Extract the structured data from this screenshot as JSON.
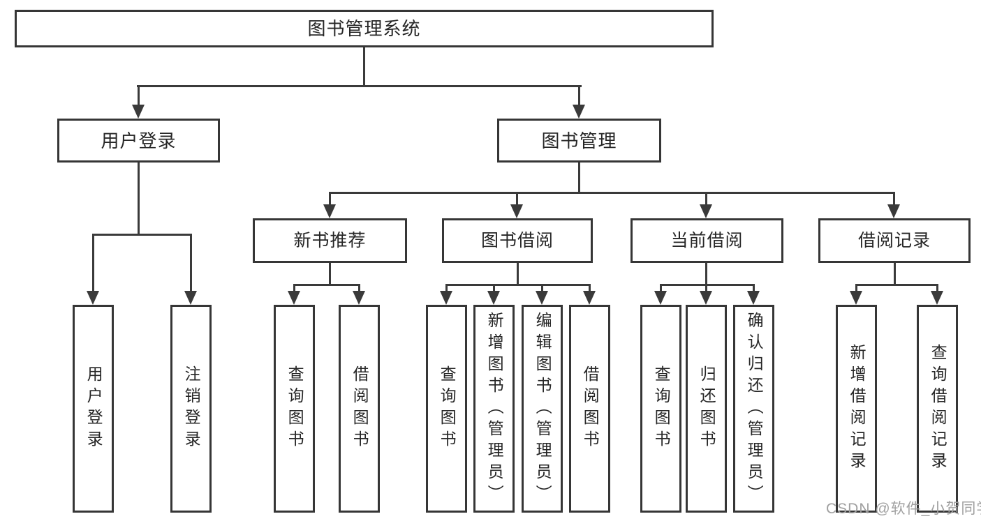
{
  "diagram": {
    "title": "图书管理系统",
    "level2": [
      {
        "label": "用户登录"
      },
      {
        "label": "图书管理"
      }
    ],
    "level3": [
      {
        "label": "新书推荐",
        "parent": "图书管理"
      },
      {
        "label": "图书借阅",
        "parent": "图书管理"
      },
      {
        "label": "当前借阅",
        "parent": "图书管理"
      },
      {
        "label": "借阅记录",
        "parent": "图书管理"
      }
    ],
    "leaves": [
      {
        "label": "用户登录",
        "parent": "用户登录"
      },
      {
        "label": "注销登录",
        "parent": "用户登录"
      },
      {
        "label": "查询图书",
        "parent": "新书推荐"
      },
      {
        "label": "借阅图书",
        "parent": "新书推荐"
      },
      {
        "label": "查询图书",
        "parent": "图书借阅"
      },
      {
        "label": "新增图书（管理员）",
        "parent": "图书借阅"
      },
      {
        "label": "编辑图书（管理员）",
        "parent": "图书借阅"
      },
      {
        "label": "借阅图书",
        "parent": "图书借阅"
      },
      {
        "label": "查询图书",
        "parent": "当前借阅"
      },
      {
        "label": "归还图书",
        "parent": "当前借阅"
      },
      {
        "label": "确认归还（管理员）",
        "parent": "当前借阅"
      },
      {
        "label": "新增借阅记录",
        "parent": "借阅记录"
      },
      {
        "label": "查询借阅记录",
        "parent": "借阅记录"
      }
    ]
  },
  "watermark": {
    "text": "CSDN @软件_小贺同学"
  },
  "colors": {
    "line": "#3a3a3a",
    "box_border": "#363636",
    "text": "#262626",
    "watermark": "#a0a0a0",
    "background": "#ffffff"
  }
}
